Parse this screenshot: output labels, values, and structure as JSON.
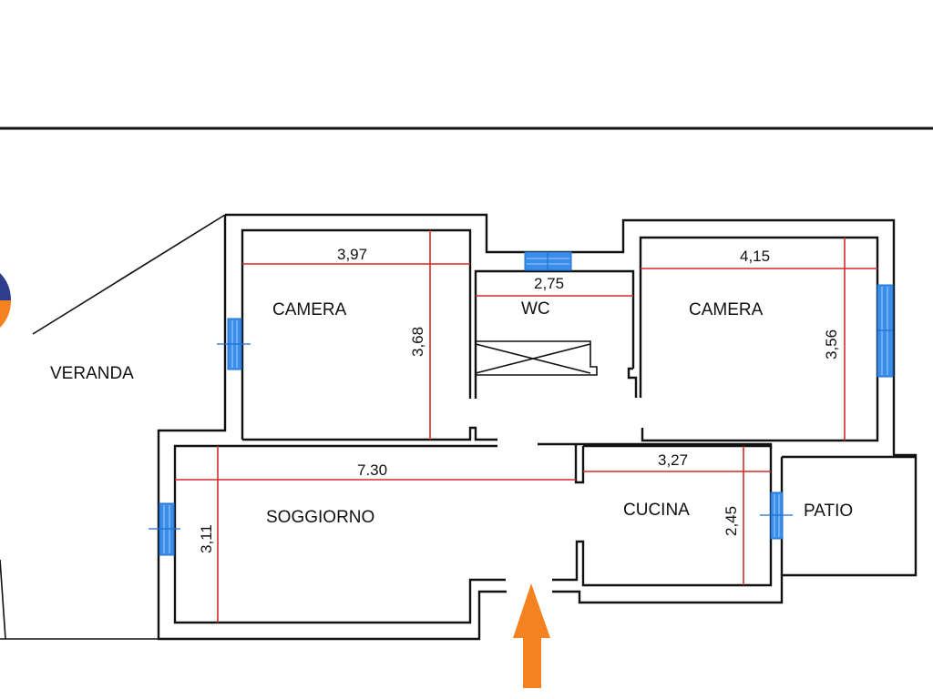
{
  "plan": {
    "rooms": [
      {
        "id": "veranda",
        "name": "VERANDA"
      },
      {
        "id": "camera-1",
        "name": "CAMERA",
        "width": "3,97",
        "depth": "3,68"
      },
      {
        "id": "wc",
        "name": "WC",
        "width": "2,75"
      },
      {
        "id": "camera-2",
        "name": "CAMERA",
        "width": "4,15",
        "depth": "3,56"
      },
      {
        "id": "soggiorno",
        "name": "SOGGIORNO",
        "width": "7.30",
        "depth": "3,11"
      },
      {
        "id": "cucina",
        "name": "CUCINA",
        "width": "3,27",
        "depth": "2,45"
      },
      {
        "id": "patio",
        "name": "PATIO"
      }
    ],
    "entrance_marker": {
      "icon": "arrow-up-icon",
      "color": "#f58220"
    },
    "colors": {
      "walls": "#111111",
      "dimensions": "#d42a2a",
      "windows": "#3a8eea",
      "logo_blue": "#2c3e8c",
      "logo_orange": "#f58220"
    }
  }
}
